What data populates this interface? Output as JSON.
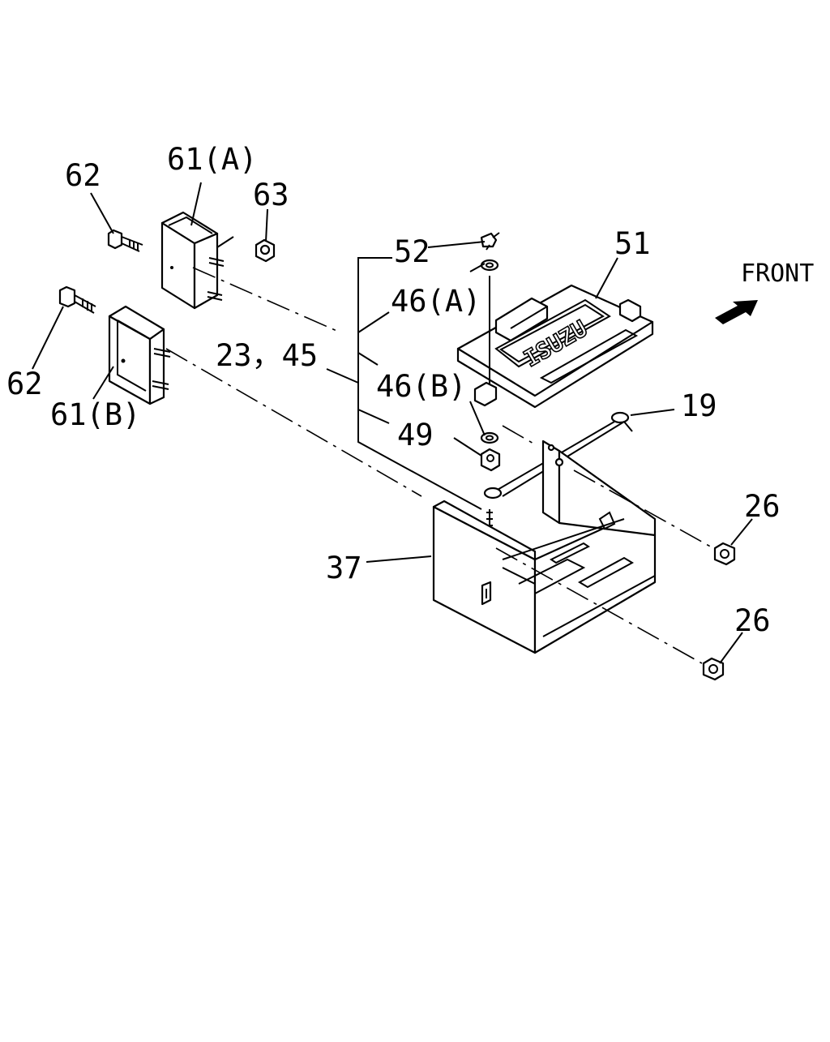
{
  "labels": {
    "l62a": "62",
    "l61a": "61(A)",
    "l63": "63",
    "l52": "52",
    "l51": "51",
    "front": "FRONT",
    "l46a": "46(A)",
    "l2345": "23，45",
    "l46b": "46(B)",
    "l62b": "62",
    "l61b": "61(B)",
    "l49": "49",
    "l19": "19",
    "l26a": "26",
    "l37": "37",
    "l26b": "26"
  },
  "logo_text": "ISUZU"
}
